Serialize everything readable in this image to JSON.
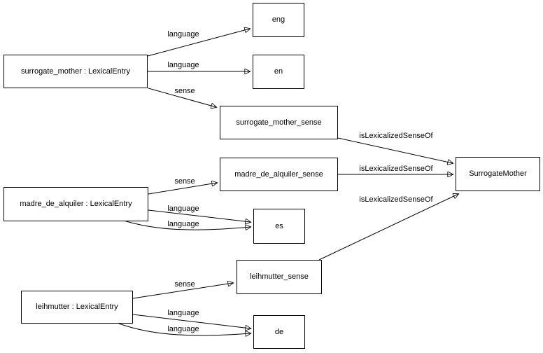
{
  "diagram": {
    "type": "graph",
    "background": "#ffffff",
    "colors": {
      "node_fill": "#ffffff",
      "node_border": "#000000",
      "edge": "#000000",
      "text": "#000000"
    },
    "nodes": {
      "surrogate_mother": {
        "label": "surrogate_mother : LexicalEntry"
      },
      "eng": {
        "label": "eng"
      },
      "en": {
        "label": "en"
      },
      "surrogate_mother_sense": {
        "label": "surrogate_mother_sense"
      },
      "madre_de_alquiler": {
        "label": "madre_de_alquiler : LexicalEntry"
      },
      "madre_de_alquiler_sense": {
        "label": "madre_de_alquiler_sense"
      },
      "es": {
        "label": "es"
      },
      "leihmutter": {
        "label": "leihmutter : LexicalEntry"
      },
      "leihmutter_sense": {
        "label": "leihmutter_sense"
      },
      "de": {
        "label": "de"
      },
      "SurrogateMother": {
        "label": "SurrogateMother"
      }
    },
    "edges": [
      {
        "from": "surrogate_mother",
        "to": "eng",
        "label": "language"
      },
      {
        "from": "surrogate_mother",
        "to": "en",
        "label": "language"
      },
      {
        "from": "surrogate_mother",
        "to": "surrogate_mother_sense",
        "label": "sense"
      },
      {
        "from": "surrogate_mother_sense",
        "to": "SurrogateMother",
        "label": "isLexicalizedSenseOf"
      },
      {
        "from": "madre_de_alquiler_sense",
        "to": "SurrogateMother",
        "label": "isLexicalizedSenseOf"
      },
      {
        "from": "leihmutter_sense",
        "to": "SurrogateMother",
        "label": "isLexicalizedSenseOf"
      },
      {
        "from": "madre_de_alquiler",
        "to": "madre_de_alquiler_sense",
        "label": "sense"
      },
      {
        "from": "madre_de_alquiler",
        "to": "es",
        "label": "language"
      },
      {
        "from": "madre_de_alquiler",
        "to": "es",
        "label": "language"
      },
      {
        "from": "leihmutter",
        "to": "leihmutter_sense",
        "label": "sense"
      },
      {
        "from": "leihmutter",
        "to": "de",
        "label": "language"
      },
      {
        "from": "leihmutter",
        "to": "de",
        "label": "language"
      }
    ]
  }
}
